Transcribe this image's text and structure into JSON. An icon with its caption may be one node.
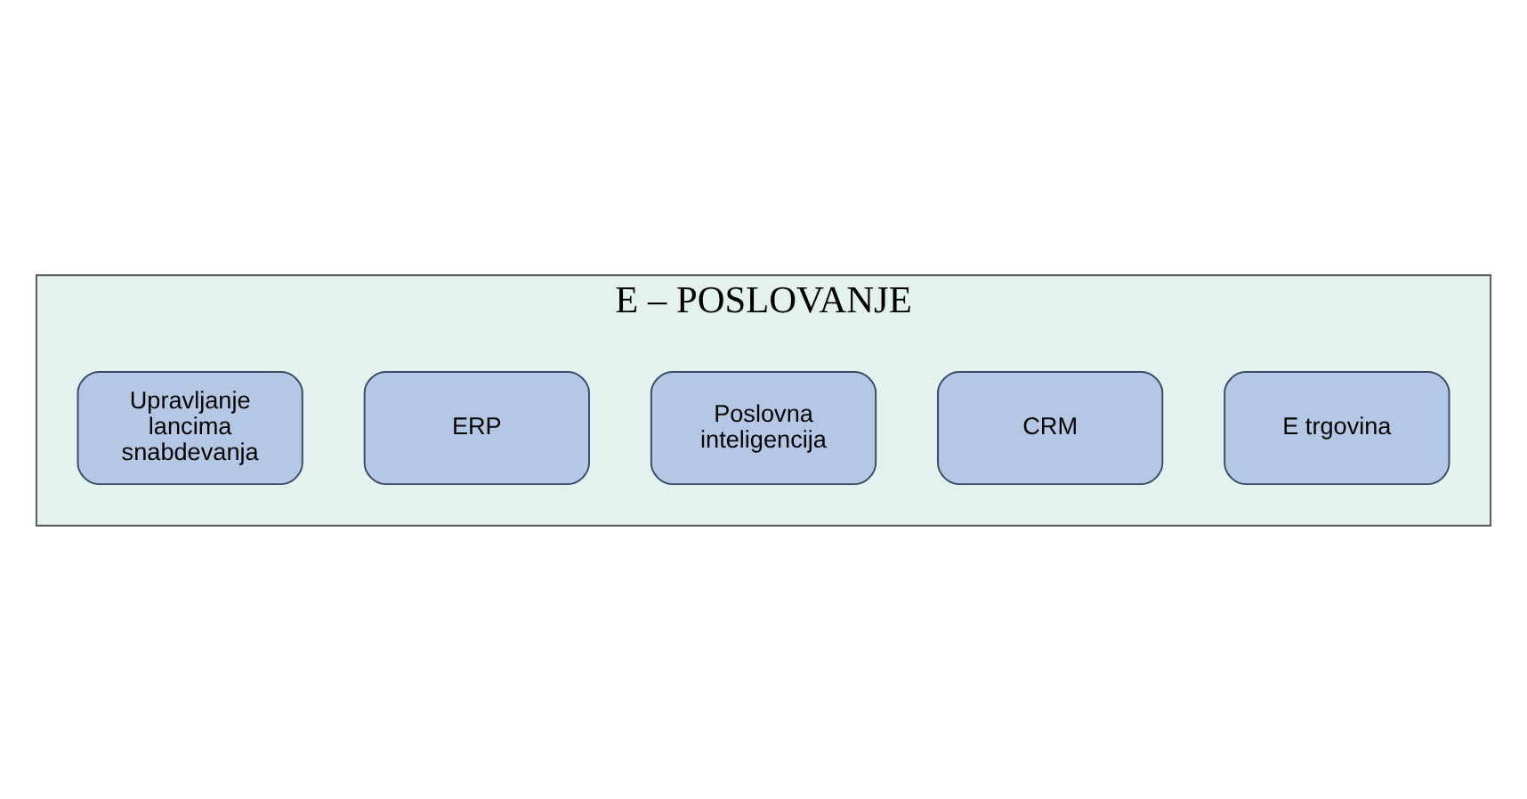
{
  "diagram": {
    "nodes": [
      {
        "text": [
          "E – POSLOVANJE"
        ]
      },
      {
        "text": [
          "E trgovina"
        ],
        "in": 0
      },
      {
        "text": [
          "CRM"
        ],
        "in": 0
      },
      {
        "text": [
          "Poslovna inteligencija"
        ],
        "in": 0
      },
      {
        "text": [
          "ERP"
        ],
        "in": 0
      },
      {
        "text": [
          "Upravljanje lancima snabdevanja"
        ],
        "in": 0
      }
    ]
  }
}
